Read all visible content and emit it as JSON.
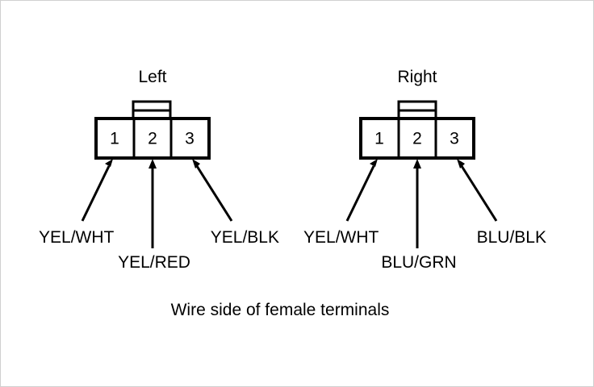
{
  "figure": {
    "caption": "Wire side of female terminals",
    "background_color": "#ffffff",
    "line_color": "#000000"
  },
  "connectors": [
    {
      "title": "Left",
      "pins": [
        {
          "number": "1",
          "wire": "YEL/WHT"
        },
        {
          "number": "2",
          "wire": "YEL/RED"
        },
        {
          "number": "3",
          "wire": "YEL/BLK"
        }
      ]
    },
    {
      "title": "Right",
      "pins": [
        {
          "number": "1",
          "wire": "YEL/WHT"
        },
        {
          "number": "2",
          "wire": "BLU/GRN"
        },
        {
          "number": "3",
          "wire": "BLU/BLK"
        }
      ]
    }
  ]
}
